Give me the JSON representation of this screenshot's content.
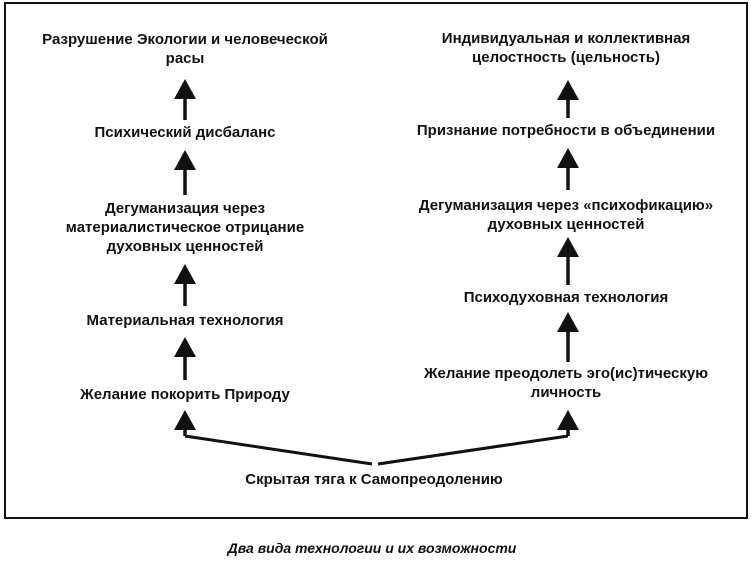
{
  "left": {
    "n1": [
      "Разрушение Экологии и человеческой",
      "расы"
    ],
    "n2": [
      "Психический дисбаланс"
    ],
    "n3": [
      "Дегуманизация через",
      "материалистическое отрицание",
      "духовных ценностей"
    ],
    "n4": [
      "Материальная технология"
    ],
    "n5": [
      "Желание покорить Природу"
    ]
  },
  "right": {
    "n1": [
      "Индивидуальная и коллективная",
      "целостность (цельность)"
    ],
    "n2": [
      "Признание потребности в объединении"
    ],
    "n3": [
      "Дегуманизация через «психофикацию»",
      "духовных ценностей"
    ],
    "n4": [
      "Психодуховная технология"
    ],
    "n5": [
      "Желание преодолеть эго(ис)тическую",
      "личность"
    ]
  },
  "root": "Скрытая тяга к Самопреодолению",
  "caption": "Два вида технологии и их возможности"
}
